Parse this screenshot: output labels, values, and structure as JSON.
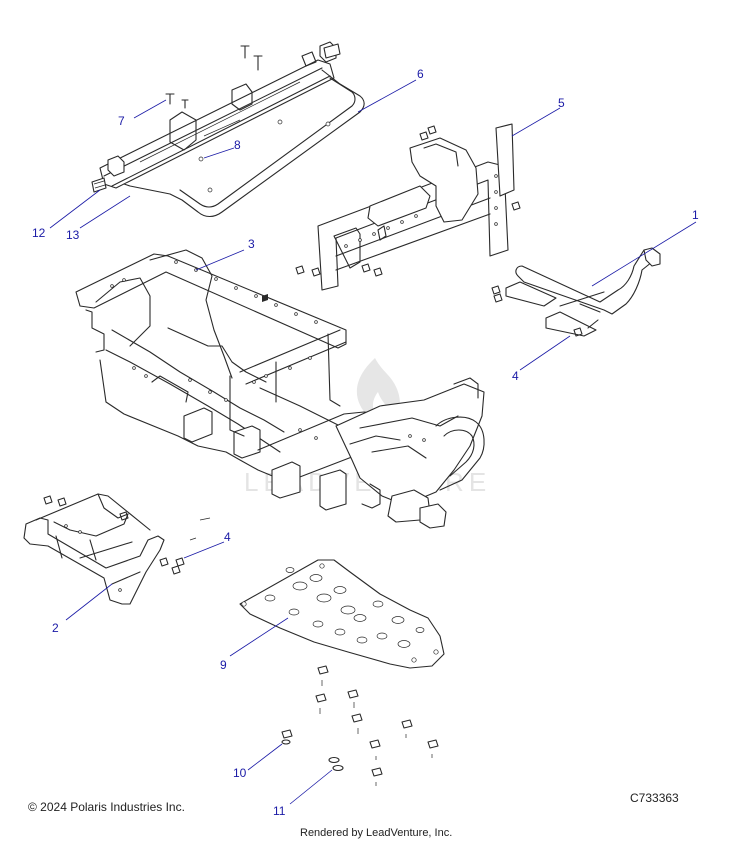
{
  "diagram": {
    "callouts": [
      {
        "id": "1",
        "label": "1"
      },
      {
        "id": "2",
        "label": "2"
      },
      {
        "id": "3",
        "label": "3"
      },
      {
        "id": "4a",
        "label": "4"
      },
      {
        "id": "4b",
        "label": "4"
      },
      {
        "id": "5",
        "label": "5"
      },
      {
        "id": "6",
        "label": "6"
      },
      {
        "id": "7",
        "label": "7"
      },
      {
        "id": "8",
        "label": "8"
      },
      {
        "id": "9",
        "label": "9"
      },
      {
        "id": "10",
        "label": "10"
      },
      {
        "id": "11",
        "label": "11"
      },
      {
        "id": "12",
        "label": "12"
      },
      {
        "id": "13",
        "label": "13"
      }
    ],
    "callout_color": "#1a1aa6",
    "line_color": "#2a2a2a"
  },
  "watermark": {
    "text": "LEADVENTURE"
  },
  "footer": {
    "copyright": "© 2024 Polaris Industries Inc.",
    "drawing_code": "C733363",
    "rendered_by": "Rendered by LeadVenture, Inc."
  }
}
